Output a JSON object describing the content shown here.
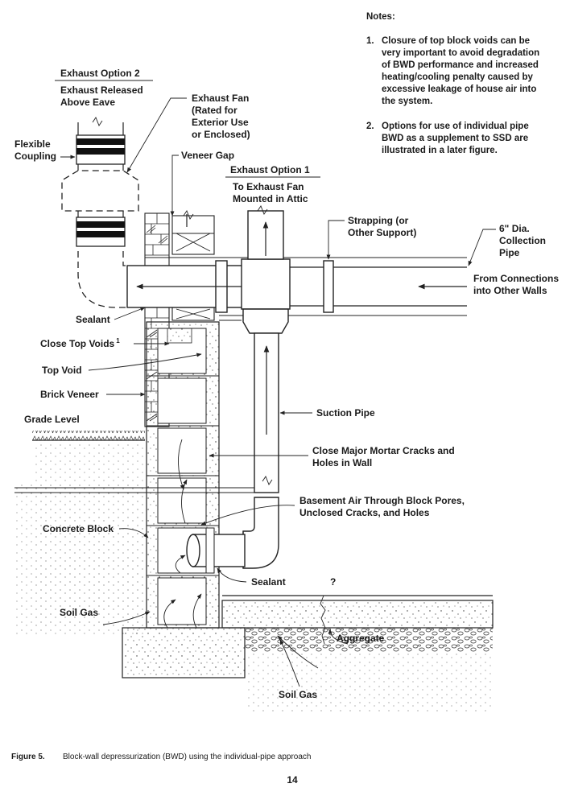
{
  "notes": {
    "heading": "Notes:",
    "items": [
      {
        "num": "1.",
        "lines": [
          "Closure of top block voids can be",
          "very important to avoid degradation",
          "of BWD performance and increased",
          "heating/cooling penalty caused by",
          "excessive leakage of house air into",
          "the system."
        ]
      },
      {
        "num": "2.",
        "lines": [
          "Options for use of individual pipe",
          "BWD as a supplement to SSD are",
          "illustrated in a later figure."
        ]
      }
    ]
  },
  "labels": {
    "exhaust_option_2": "Exhaust Option 2",
    "exhaust_released": [
      "Exhaust Released",
      "Above Eave"
    ],
    "flexible_coupling": [
      "Flexible",
      "Coupling"
    ],
    "exhaust_fan": [
      "Exhaust Fan",
      "(Rated for",
      "Exterior Use",
      "or Enclosed)"
    ],
    "veneer_gap": "Veneer Gap",
    "exhaust_option_1": "Exhaust Option 1",
    "to_exhaust_fan": [
      "To Exhaust Fan",
      "Mounted in Attic"
    ],
    "strapping": [
      "Strapping (or",
      "Other Support)"
    ],
    "collection_pipe": [
      "6\" Dia.",
      "Collection",
      "Pipe"
    ],
    "from_connections": [
      "From Connections",
      "into Other Walls"
    ],
    "sealant_top": "Sealant",
    "close_top_voids": "Close Top Voids",
    "close_top_voids_sup": "1",
    "top_void": "Top Void",
    "brick_veneer": "Brick Veneer",
    "grade_level": "Grade Level",
    "suction_pipe": "Suction Pipe",
    "close_major": [
      "Close Major Mortar Cracks and",
      "Holes in Wall"
    ],
    "basement_air": [
      "Basement Air Through Block Pores,",
      "Unclosed Cracks, and Holes"
    ],
    "concrete_block": "Concrete Block",
    "sealant_bottom": "Sealant",
    "question_mark": "?",
    "soil_gas_left": "Soil Gas",
    "aggregate": "Aggregate",
    "soil_gas_bottom": "Soil Gas"
  },
  "caption": {
    "figure": "Figure 5.",
    "text": "Block-wall depressurization (BWD) using the individual-pipe approach"
  },
  "page_number": "14"
}
